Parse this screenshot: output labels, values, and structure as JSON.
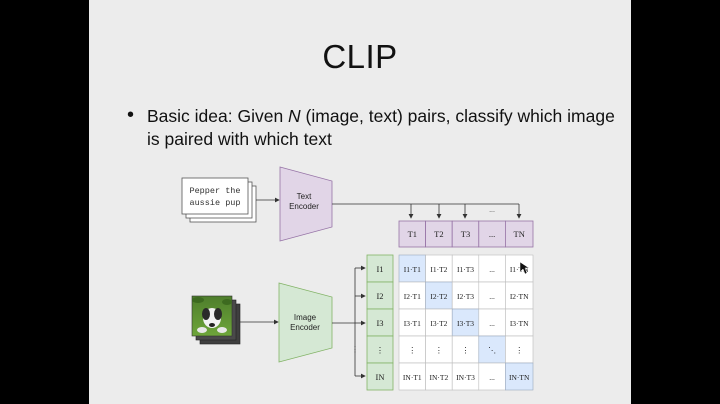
{
  "slide": {
    "title": "CLIP",
    "bullet_prefix": "Basic idea: Given ",
    "bullet_n": "N",
    "bullet_rest": " (image, text) pairs, classify which image is paired with which text"
  },
  "diagram": {
    "text_card_line1": "Pepper the",
    "text_card_line2": "aussie pup",
    "text_encoder_line1": "Text",
    "text_encoder_line2": "Encoder",
    "image_encoder_line1": "Image",
    "image_encoder_line2": "Encoder",
    "ellipsis": "...",
    "t_labels": [
      "T1",
      "T2",
      "T3",
      "...",
      "TN"
    ],
    "i_labels": [
      "I1",
      "I2",
      "I3",
      "⋮",
      "IN"
    ],
    "grid": [
      [
        "I1·T1",
        "I1·T2",
        "I1·T3",
        "...",
        "I1·TN"
      ],
      [
        "I2·T1",
        "I2·T2",
        "I2·T3",
        "...",
        "I2·TN"
      ],
      [
        "I3·T1",
        "I3·T2",
        "I3·T3",
        "...",
        "I3·TN"
      ],
      [
        "⋮",
        "⋮",
        "⋮",
        "⋱",
        "⋮"
      ],
      [
        "IN·T1",
        "IN·T2",
        "IN·T3",
        "...",
        "IN·TN"
      ]
    ]
  },
  "colors": {
    "slide_bg": "#ececec",
    "text_encoder": "#e1d5e7",
    "text_encoder_stroke": "#9673a6",
    "image_encoder": "#d5e8d4",
    "image_encoder_stroke": "#82b366",
    "diagonal_cell": "#dae8fc"
  }
}
